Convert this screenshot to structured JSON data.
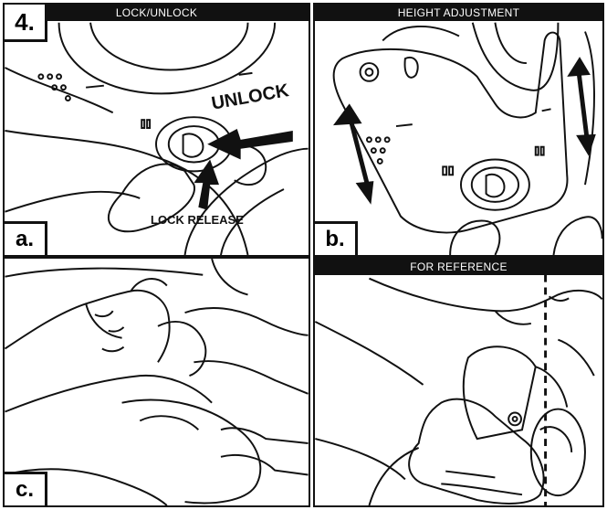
{
  "step_number": "4.",
  "panels": {
    "a": {
      "header": "LOCK/UNLOCK",
      "letter": "a.",
      "unlock_label": "UNLOCK",
      "lock_release_label": "LOCK RELEASE"
    },
    "b": {
      "header": "HEIGHT ADJUSTMENT",
      "letter": "b."
    },
    "c": {
      "letter": "c."
    },
    "d": {
      "header": "FOR REFERENCE"
    }
  }
}
